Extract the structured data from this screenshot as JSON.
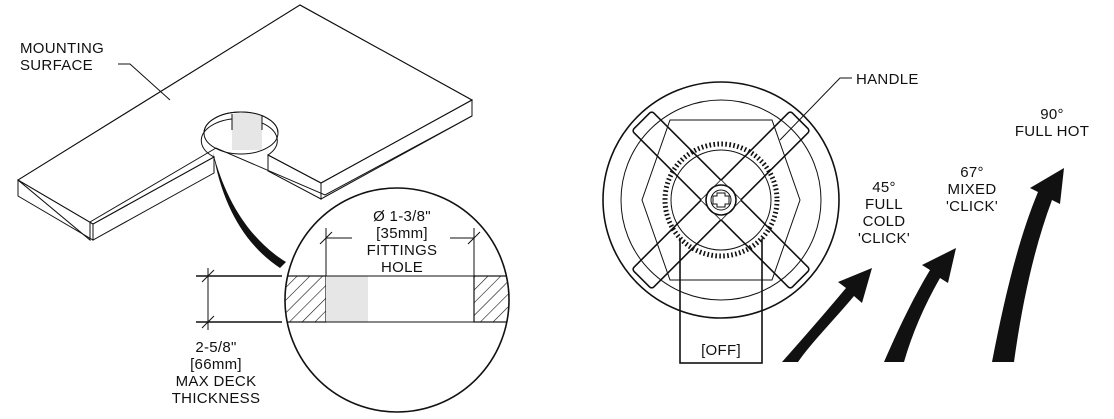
{
  "left": {
    "mounting_surface": [
      "MOUNTING",
      "SURFACE"
    ],
    "fittings_hole": [
      "Ø 1-3/8\"",
      "[35mm]",
      "FITTINGS",
      "HOLE"
    ],
    "deck_thickness": [
      "2-5/8\"",
      "[66mm]",
      "MAX DECK",
      "THICKNESS"
    ]
  },
  "right": {
    "handle_label": "HANDLE",
    "off_label": "[OFF]",
    "positions": [
      {
        "lines": [
          "45°",
          "FULL",
          "COLD",
          "'CLICK'"
        ]
      },
      {
        "lines": [
          "67°",
          "MIXED",
          "'CLICK'"
        ]
      },
      {
        "lines": [
          "90°",
          "FULL HOT"
        ]
      }
    ]
  },
  "colors": {
    "ink": "#111111",
    "hole_fill": "#e6e6e6",
    "background": "#ffffff"
  },
  "icons": [
    "phillips-screw-icon",
    "rotation-arrow-icon",
    "cross-handle-icon"
  ]
}
